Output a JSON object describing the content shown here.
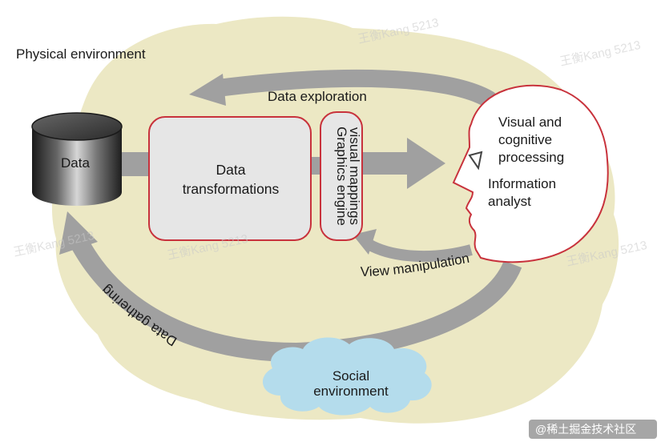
{
  "labels": {
    "physical_environment": "Physical environment",
    "data": "Data",
    "data_transformations_line1": "Data",
    "data_transformations_line2": "transformations",
    "graphics_engine_line1": "Graphics engine",
    "graphics_engine_line2": "visual mappings",
    "data_exploration": "Data exploration",
    "visual_line1": "Visual and",
    "visual_line2": "cognitive",
    "visual_line3": "processing",
    "analyst_line1": "Information",
    "analyst_line2": "analyst",
    "view_manipulation": "View manipulation",
    "data_gathering": "Data gathering",
    "social_line1": "Social",
    "social_line2": "environment"
  },
  "watermark": {
    "text": "王衡Kang 5213",
    "credit": "@稀土掘金技术社区"
  },
  "icons": {
    "eye": "eye-icon",
    "database": "database-cylinder-icon"
  },
  "colors": {
    "background_blob": "#ece8c4",
    "arrow_gray": "#a0a0a0",
    "box_fill": "#e6e6e6",
    "box_border": "#c8323c",
    "cloud": "#b4dcec"
  }
}
